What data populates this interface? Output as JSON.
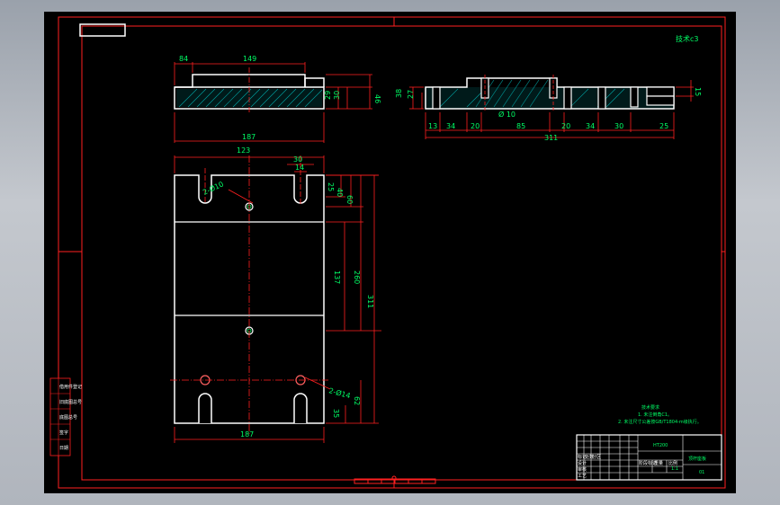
{
  "top_view": {
    "dims": {
      "d84": "84",
      "d149": "149",
      "d187": "187",
      "d46": "46",
      "d29": "29",
      "d30": "30"
    }
  },
  "side_view": {
    "dims": {
      "d38": "38",
      "d27": "27",
      "d13": "13",
      "d34a": "34",
      "d20": "20",
      "d85": "85",
      "d20b": "20",
      "d34b": "34",
      "d30": "30",
      "d25": "25",
      "d311": "311",
      "d15": "15",
      "phi10": "Ø 10"
    },
    "corner_note": "技术c3"
  },
  "plan_view": {
    "dims": {
      "d123": "123",
      "d30": "30",
      "d14": "14",
      "d25": "25",
      "d40": "40",
      "d60": "60",
      "d137": "137",
      "d260": "260",
      "d311": "311",
      "d62": "62",
      "d35": "35",
      "d187": "187"
    },
    "hole_labels": {
      "top": "2-Ø10",
      "bottom": "2-Ø14"
    }
  },
  "notes": {
    "title": "技术要求",
    "line1": "1. 未注倒角C1。",
    "line2": "2. 未注尺寸公差按GB/T1804-m级执行。"
  },
  "title_block": {
    "material": "HT200",
    "part_name": "顶杆座板",
    "drawing_no": "01",
    "scale_label": "1:1",
    "labels": [
      "标记",
      "处数",
      "分区",
      "设计",
      "审核",
      "工艺",
      "阶段标记",
      "重量",
      "比例"
    ]
  },
  "left_strip": [
    "借用件登记",
    "旧底图总号",
    "底图总号",
    "签字",
    "日期"
  ]
}
